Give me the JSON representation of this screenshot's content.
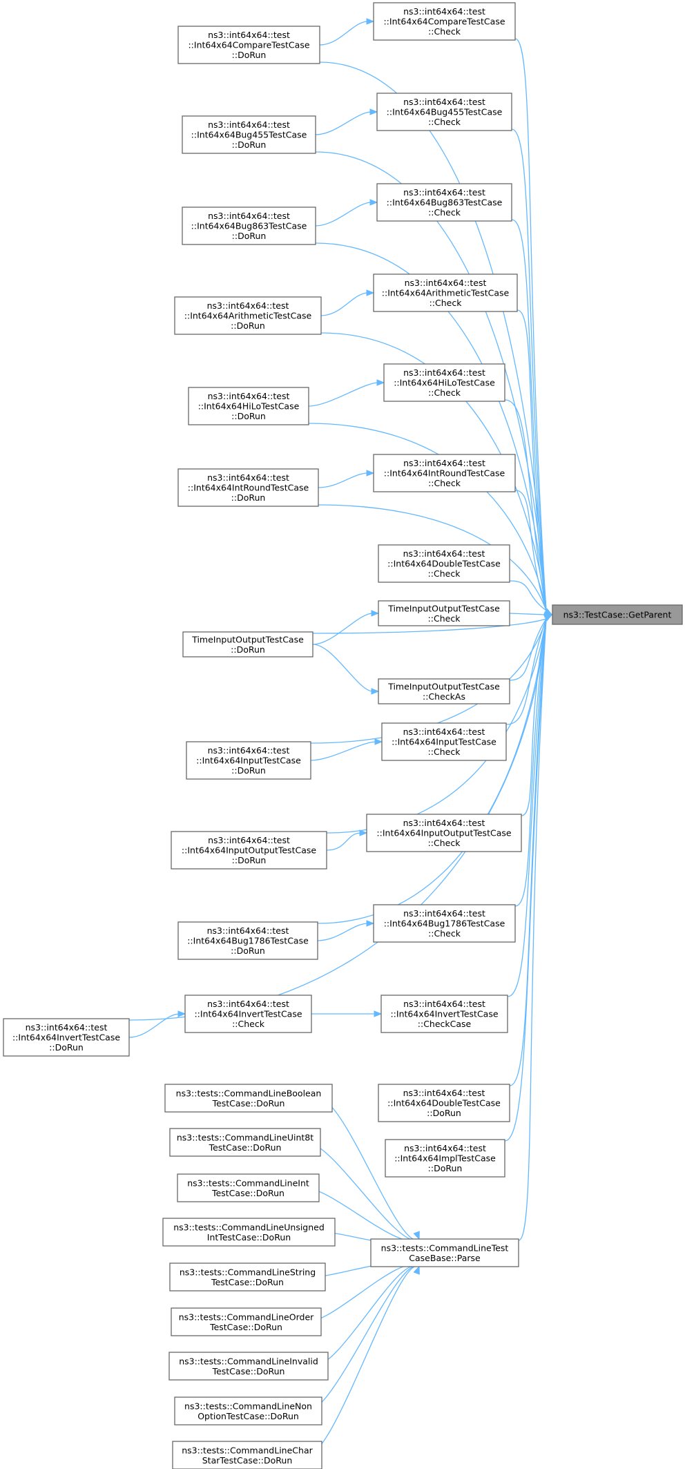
{
  "graph": {
    "nodes": {
      "target": [
        "ns3::TestCase::GetParent"
      ],
      "compare_check": [
        "ns3::int64x64::test",
        "::Int64x64CompareTestCase",
        "::Check"
      ],
      "compare_dorun": [
        "ns3::int64x64::test",
        "::Int64x64CompareTestCase",
        "::DoRun"
      ],
      "bug455_check": [
        "ns3::int64x64::test",
        "::Int64x64Bug455TestCase",
        "::Check"
      ],
      "bug455_dorun": [
        "ns3::int64x64::test",
        "::Int64x64Bug455TestCase",
        "::DoRun"
      ],
      "bug863_check": [
        "ns3::int64x64::test",
        "::Int64x64Bug863TestCase",
        "::Check"
      ],
      "bug863_dorun": [
        "ns3::int64x64::test",
        "::Int64x64Bug863TestCase",
        "::DoRun"
      ],
      "arith_check": [
        "ns3::int64x64::test",
        "::Int64x64ArithmeticTestCase",
        "::Check"
      ],
      "arith_dorun": [
        "ns3::int64x64::test",
        "::Int64x64ArithmeticTestCase",
        "::DoRun"
      ],
      "hilo_check": [
        "ns3::int64x64::test",
        "::Int64x64HiLoTestCase",
        "::Check"
      ],
      "hilo_dorun": [
        "ns3::int64x64::test",
        "::Int64x64HiLoTestCase",
        "::DoRun"
      ],
      "intround_check": [
        "ns3::int64x64::test",
        "::Int64x64IntRoundTestCase",
        "::Check"
      ],
      "intround_dorun": [
        "ns3::int64x64::test",
        "::Int64x64IntRoundTestCase",
        "::DoRun"
      ],
      "double_check": [
        "ns3::int64x64::test",
        "::Int64x64DoubleTestCase",
        "::Check"
      ],
      "tio_check": [
        "TimeInputOutputTestCase",
        "::Check"
      ],
      "tio_dorun": [
        "TimeInputOutputTestCase",
        "::DoRun"
      ],
      "tio_checkas": [
        "TimeInputOutputTestCase",
        "::CheckAs"
      ],
      "input_check": [
        "ns3::int64x64::test",
        "::Int64x64InputTestCase",
        "::Check"
      ],
      "input_dorun": [
        "ns3::int64x64::test",
        "::Int64x64InputTestCase",
        "::DoRun"
      ],
      "io_check": [
        "ns3::int64x64::test",
        "::Int64x64InputOutputTestCase",
        "::Check"
      ],
      "io_dorun": [
        "ns3::int64x64::test",
        "::Int64x64InputOutputTestCase",
        "::DoRun"
      ],
      "bug1786_check": [
        "ns3::int64x64::test",
        "::Int64x64Bug1786TestCase",
        "::Check"
      ],
      "bug1786_dorun": [
        "ns3::int64x64::test",
        "::Int64x64Bug1786TestCase",
        "::DoRun"
      ],
      "invert_check": [
        "ns3::int64x64::test",
        "::Int64x64InvertTestCase",
        "::Check"
      ],
      "invert_checkcase": [
        "ns3::int64x64::test",
        "::Int64x64InvertTestCase",
        "::CheckCase"
      ],
      "invert_dorun": [
        "ns3::int64x64::test",
        "::Int64x64InvertTestCase",
        "::DoRun"
      ],
      "double_dorun": [
        "ns3::int64x64::test",
        "::Int64x64DoubleTestCase",
        "::DoRun"
      ],
      "impl_dorun": [
        "ns3::int64x64::test",
        "::Int64x64ImplTestCase",
        "::DoRun"
      ],
      "cl_parse": [
        "ns3::tests::CommandLineTest",
        "CaseBase::Parse"
      ],
      "cl_boolean": [
        "ns3::tests::CommandLineBoolean",
        "TestCase::DoRun"
      ],
      "cl_uint8": [
        "ns3::tests::CommandLineUint8t",
        "TestCase::DoRun"
      ],
      "cl_int": [
        "ns3::tests::CommandLineInt",
        "TestCase::DoRun"
      ],
      "cl_unsigned": [
        "ns3::tests::CommandLineUnsigned",
        "IntTestCase::DoRun"
      ],
      "cl_string": [
        "ns3::tests::CommandLineString",
        "TestCase::DoRun"
      ],
      "cl_order": [
        "ns3::tests::CommandLineOrder",
        "TestCase::DoRun"
      ],
      "cl_invalid": [
        "ns3::tests::CommandLineInvalid",
        "TestCase::DoRun"
      ],
      "cl_non": [
        "ns3::tests::CommandLineNon",
        "OptionTestCase::DoRun"
      ],
      "cl_char": [
        "ns3::tests::CommandLineChar",
        "StarTestCase::DoRun"
      ]
    },
    "edges": [
      [
        "compare_check",
        "target"
      ],
      [
        "compare_dorun",
        "compare_check"
      ],
      [
        "compare_dorun",
        "target"
      ],
      [
        "bug455_check",
        "target"
      ],
      [
        "bug455_dorun",
        "bug455_check"
      ],
      [
        "bug455_dorun",
        "target"
      ],
      [
        "bug863_check",
        "target"
      ],
      [
        "bug863_dorun",
        "bug863_check"
      ],
      [
        "bug863_dorun",
        "target"
      ],
      [
        "arith_check",
        "target"
      ],
      [
        "arith_dorun",
        "arith_check"
      ],
      [
        "arith_dorun",
        "target"
      ],
      [
        "hilo_check",
        "target"
      ],
      [
        "hilo_dorun",
        "hilo_check"
      ],
      [
        "hilo_dorun",
        "target"
      ],
      [
        "intround_check",
        "target"
      ],
      [
        "intround_dorun",
        "intround_check"
      ],
      [
        "intround_dorun",
        "target"
      ],
      [
        "double_check",
        "target"
      ],
      [
        "tio_check",
        "target"
      ],
      [
        "tio_dorun",
        "tio_check"
      ],
      [
        "tio_dorun",
        "target"
      ],
      [
        "tio_dorun",
        "tio_checkas"
      ],
      [
        "tio_checkas",
        "target"
      ],
      [
        "input_check",
        "target"
      ],
      [
        "input_dorun",
        "input_check"
      ],
      [
        "input_dorun",
        "target"
      ],
      [
        "io_check",
        "target"
      ],
      [
        "io_dorun",
        "io_check"
      ],
      [
        "io_dorun",
        "target"
      ],
      [
        "bug1786_check",
        "target"
      ],
      [
        "bug1786_dorun",
        "bug1786_check"
      ],
      [
        "bug1786_dorun",
        "target"
      ],
      [
        "invert_checkcase",
        "target"
      ],
      [
        "invert_check",
        "invert_checkcase"
      ],
      [
        "invert_dorun",
        "invert_check"
      ],
      [
        "invert_dorun",
        "target"
      ],
      [
        "double_dorun",
        "target"
      ],
      [
        "impl_dorun",
        "target"
      ],
      [
        "cl_parse",
        "target"
      ],
      [
        "cl_boolean",
        "cl_parse"
      ],
      [
        "cl_uint8",
        "cl_parse"
      ],
      [
        "cl_int",
        "cl_parse"
      ],
      [
        "cl_unsigned",
        "cl_parse"
      ],
      [
        "cl_string",
        "cl_parse"
      ],
      [
        "cl_order",
        "cl_parse"
      ],
      [
        "cl_invalid",
        "cl_parse"
      ],
      [
        "cl_non",
        "cl_parse"
      ],
      [
        "cl_char",
        "cl_parse"
      ]
    ]
  },
  "colors": {
    "edge": "#63b8ff",
    "node_border": "#666666",
    "focus_fill": "#999999"
  }
}
